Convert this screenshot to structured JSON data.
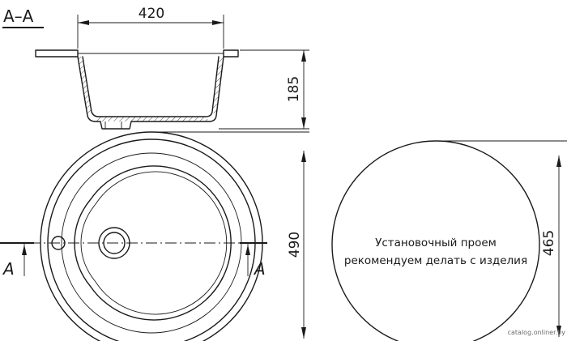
{
  "section_title": "А–А",
  "dimensions": {
    "width": "420",
    "depth": "185",
    "diameter_outer": "490",
    "cutout_diameter": "465"
  },
  "cut_marks": {
    "left": "А",
    "right": "А"
  },
  "cutout_note": {
    "line1": "Установочный проем",
    "line2": "рекомендуем делать с изделия"
  },
  "watermark": "catalog.onliner.by"
}
